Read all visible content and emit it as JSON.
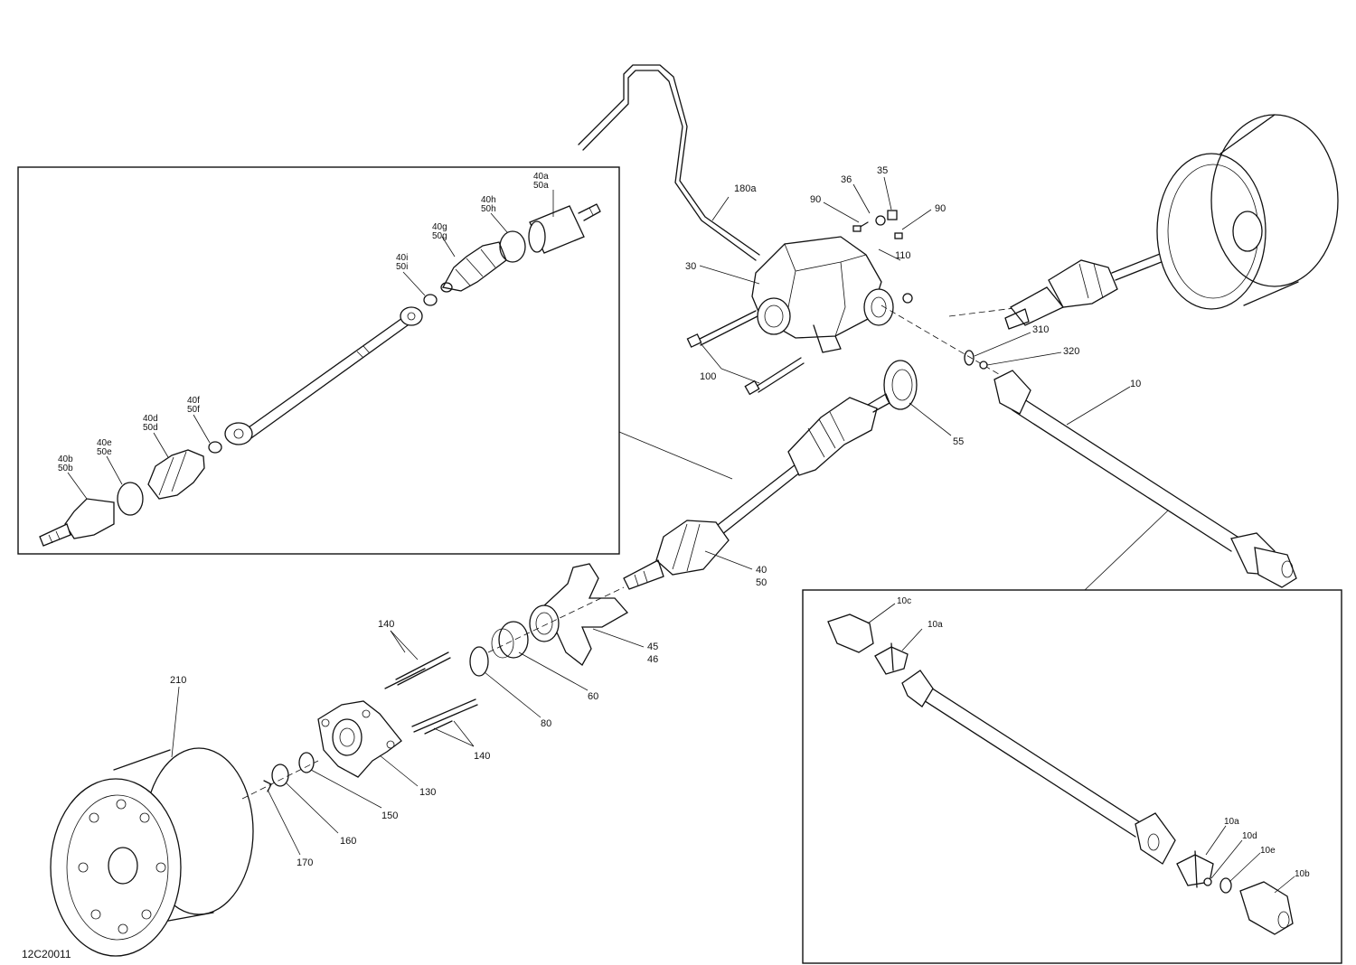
{
  "diagram_id": "12C20011",
  "callouts": {
    "c180a": "180a",
    "c35": "35",
    "c36": "36",
    "c90a": "90",
    "c90b": "90",
    "c110": "110",
    "c30": "30",
    "c100": "100",
    "c310": "310",
    "c320": "320",
    "c10": "10",
    "c55": "55",
    "c40": "40",
    "c50": "50",
    "c45": "45",
    "c46": "46",
    "c60": "60",
    "c80": "80",
    "c140a": "140",
    "c140b": "140",
    "c130": "130",
    "c150": "150",
    "c160": "160",
    "c170": "170",
    "c210": "210"
  },
  "axle_detail": {
    "c40a": "40a",
    "c50a": "50a",
    "c40h": "40h",
    "c50h": "50h",
    "c40g": "40g",
    "c50g": "50g",
    "c40i": "40i",
    "c50i": "50i",
    "c40f": "40f",
    "c50f": "50f",
    "c40d": "40d",
    "c50d": "50d",
    "c40e": "40e",
    "c50e": "50e",
    "c40b": "40b",
    "c50b": "50b"
  },
  "driveshaft_detail": {
    "c10c": "10c",
    "c10a_top": "10a",
    "c10a_bottom": "10a",
    "c10d": "10d",
    "c10e": "10e",
    "c10b": "10b"
  }
}
